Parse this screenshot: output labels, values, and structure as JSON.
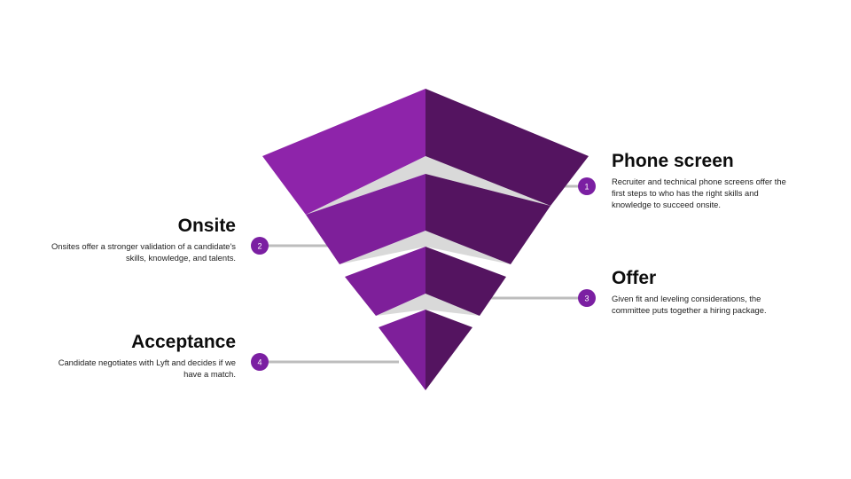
{
  "colors": {
    "accent": "#7b1fa2",
    "face_light": "#8e24aa",
    "face_dark": "#541460",
    "shelf": "#d9d9d9",
    "connector": "#bdbdbd",
    "badge": "#7b1fa2"
  },
  "stages": [
    {
      "number": "1",
      "title": "Phone screen",
      "description": "Recruiter and technical phone screens offer the first steps to who has the right skills and knowledge to succeed onsite."
    },
    {
      "number": "2",
      "title": "Onsite",
      "description": "Onsites offer a stronger validation of a candidate's skills, knowledge, and talents."
    },
    {
      "number": "3",
      "title": "Offer",
      "description": "Given fit and leveling considerations, the committee puts together a hiring package."
    },
    {
      "number": "4",
      "title": "Acceptance",
      "description": "Candidate negotiates with Lyft and decides if we have a match."
    }
  ]
}
